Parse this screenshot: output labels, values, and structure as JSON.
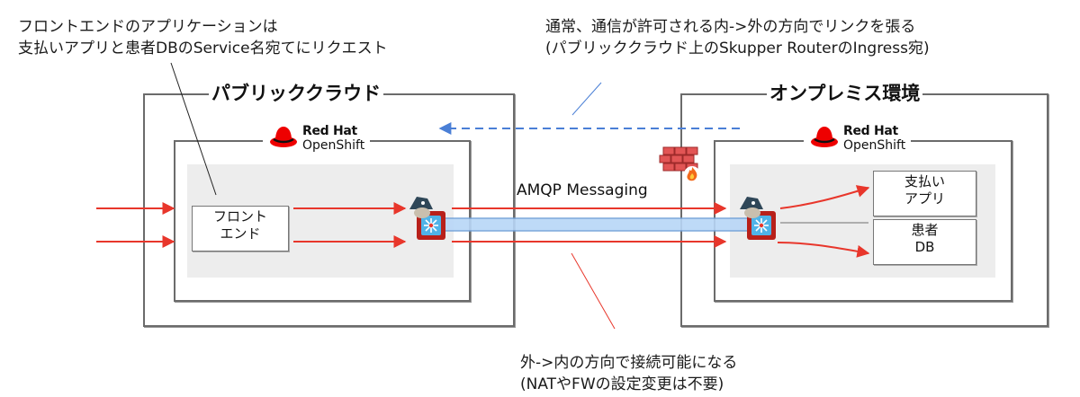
{
  "annotations": {
    "frontend_note": [
      "フロントエンドのアプリケーションは",
      "支払いアプリと患者DBのService名宛てにリクエスト"
    ],
    "link_note": [
      "通常、通信が許可される内->外の方向でリンクを張る",
      "(パブリッククラウド上のSkupper RouterのIngress宛)"
    ],
    "inbound_note": [
      "外->内の方向で接続可能になる",
      "(NATやFWの設定変更は不要)"
    ]
  },
  "public_cloud": {
    "title": "パブリッククラウド",
    "platform": {
      "brand": "Red Hat",
      "product": "OpenShift"
    },
    "frontend_service": [
      "フロント",
      "エンド"
    ]
  },
  "on_premise": {
    "title": "オンプレミス環境",
    "platform": {
      "brand": "Red Hat",
      "product": "OpenShift"
    },
    "services": [
      {
        "lines": [
          "支払い",
          "アプリ"
        ]
      },
      {
        "lines": [
          "患者",
          "DB"
        ]
      }
    ]
  },
  "link": {
    "label": "AMQP Messaging"
  },
  "icons": {
    "router": "skupper-router-icon",
    "firewall": "firewall-icon",
    "logo": "redhat-hat-icon"
  },
  "colors": {
    "arrow_red": "#e8362b",
    "link_blue": "#4a7fd6",
    "tunnel_fill": "#b8d6f7",
    "router_red": "#b8201a",
    "router_inner": "#4fb3e8",
    "redhat_red": "#ee0000",
    "box_border": "#6b6b6b",
    "namespace_bg": "#ededed"
  }
}
